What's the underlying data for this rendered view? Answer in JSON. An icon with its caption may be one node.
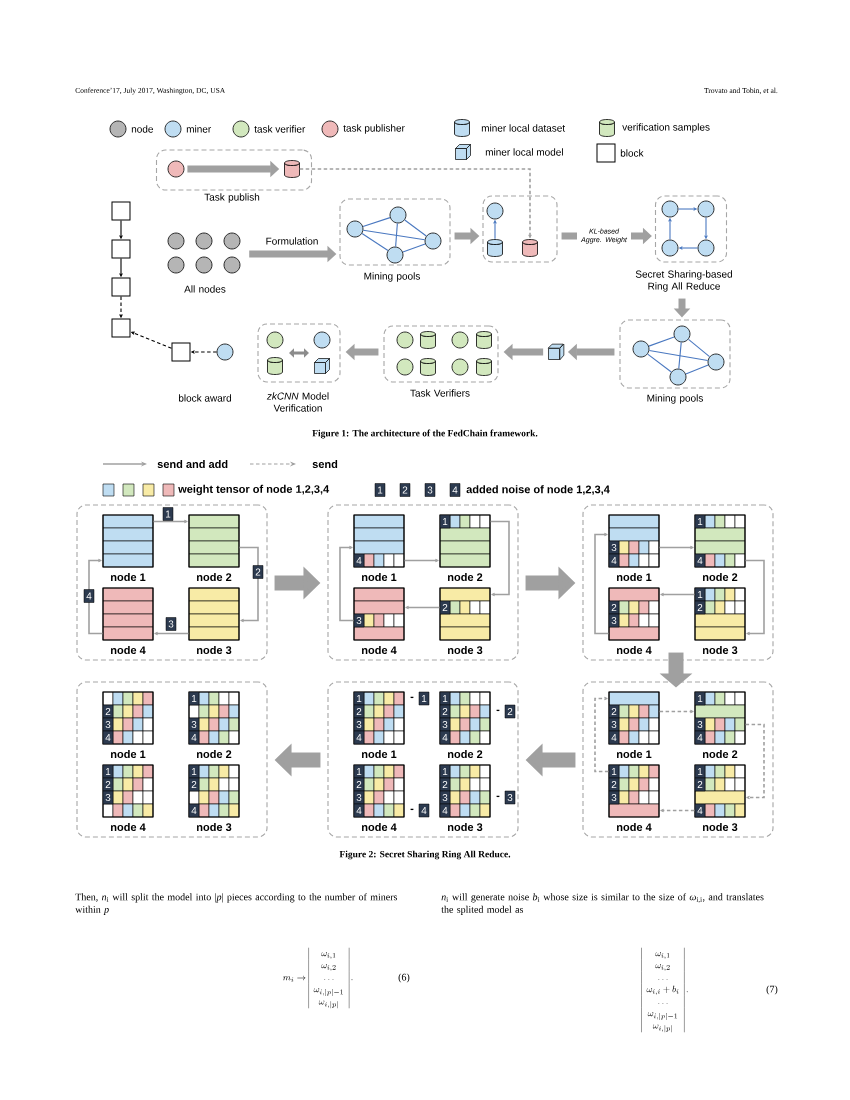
{
  "diagram": {
    "nodes": [
      {
        "text": [
          "Task publish"
        ]
      },
      {
        "text": [],
        "shape": "circle",
        "in": 0
      },
      {
        "text": [],
        "shape": "cylinder",
        "in": 0
      },
      {
        "text": [
          "All nodes"
        ]
      },
      {
        "text": [
          "Mining pools"
        ]
      },
      {
        "text": [],
        "shape": "circle",
        "in": 4
      },
      {
        "text": [],
        "shape": "circle",
        "in": 4
      },
      {
        "text": [],
        "shape": "circle",
        "in": 4
      },
      {
        "text": [],
        "shape": "circle",
        "in": 4
      },
      {
        "text": [],
        "shape": "box"
      },
      {
        "text": [],
        "shape": "circle",
        "in": 9
      },
      {
        "text": [],
        "shape": "cylinder",
        "in": 9
      },
      {
        "text": [],
        "shape": "cylinder",
        "in": 9
      },
      {
        "text": [
          "Secret Sharing-based Ring All Reduce"
        ]
      },
      {
        "text": [],
        "shape": "circle",
        "in": 13
      },
      {
        "text": [],
        "shape": "circle",
        "in": 13
      },
      {
        "text": [],
        "shape": "circle",
        "in": 13
      },
      {
        "text": [],
        "shape": "circle",
        "in": 13
      },
      {
        "text": [
          "Mining pools"
        ]
      },
      {
        "text": [],
        "shape": "circle",
        "in": 18
      },
      {
        "text": [],
        "shape": "circle",
        "in": 18
      },
      {
        "text": [],
        "shape": "circle",
        "in": 18
      },
      {
        "text": [],
        "shape": "circle",
        "in": 18
      },
      {
        "text": [],
        "shape": "cube"
      },
      {
        "text": [
          "Task Verifiers"
        ]
      },
      {
        "text": [
          "*zkCNN* Model Verification"
        ]
      },
      {
        "text": [],
        "shape": "circle"
      },
      {
        "text": [],
        "shape": "box"
      },
      {
        "text": [],
        "shape": "box"
      },
      {
        "text": [],
        "shape": "box"
      },
      {
        "text": [],
        "shape": "box"
      },
      {
        "text": [],
        "shape": "box"
      },
      {
        "text": [],
        "shape": "box"
      },
      {
        "text": [
          "node 1"
        ],
        "in": 32
      },
      {
        "text": [
          "node 2"
        ],
        "in": 32
      },
      {
        "text": [
          "node 4"
        ],
        "in": 32
      },
      {
        "text": [
          "node 3"
        ],
        "in": 32
      },
      {
        "text": [],
        "shape": "box"
      },
      {
        "text": [
          "4",
          "node 1"
        ],
        "in": 37
      },
      {
        "text": [
          "1",
          "node 2"
        ],
        "in": 37
      },
      {
        "text": [
          "3",
          "node 4"
        ],
        "in": 37
      },
      {
        "text": [
          "2",
          "node 3"
        ],
        "in": 37
      },
      {
        "text": [],
        "shape": "box"
      },
      {
        "text": [
          "3",
          "4",
          "node 1"
        ],
        "in": 42
      },
      {
        "text": [
          "1",
          "4",
          "node 2"
        ],
        "in": 42
      },
      {
        "text": [
          "2",
          "3",
          "node 4"
        ],
        "in": 42
      },
      {
        "text": [
          "1",
          "2",
          "node 3"
        ],
        "in": 42
      },
      {
        "text": [],
        "shape": "box"
      },
      {
        "text": [
          "2",
          "3",
          "4",
          "node 1"
        ],
        "in": 47
      },
      {
        "text": [
          "1",
          "3",
          "4",
          "node 2"
        ],
        "in": 47
      },
      {
        "text": [
          "1",
          "2",
          "3",
          "node 4"
        ],
        "in": 47
      },
      {
        "text": [
          "1",
          "2",
          "4",
          "node 3"
        ],
        "in": 47
      },
      {
        "text": [],
        "shape": "box"
      },
      {
        "text": [
          "1",
          "2",
          "3",
          "4",
          "node 1"
        ],
        "in": 52,
        "beside": [
          "-",
          "1"
        ]
      },
      {
        "text": [
          "1",
          "2",
          "3",
          "4",
          "node 2"
        ],
        "in": 52,
        "beside": [
          "-",
          "2"
        ]
      },
      {
        "text": [
          "1",
          "2",
          "3",
          "4",
          "node 4"
        ],
        "in": 52,
        "beside": [
          "-",
          "4"
        ]
      },
      {
        "text": [
          "1",
          "2",
          "3",
          "4",
          "node 3"
        ],
        "in": 52,
        "beside": [
          "-",
          "3"
        ]
      },
      {
        "text": [],
        "shape": "box"
      },
      {
        "text": [
          "2",
          "3",
          "4",
          "node 1"
        ],
        "in": 57
      },
      {
        "text": [
          "1",
          "3",
          "4",
          "node 2"
        ],
        "in": 57
      },
      {
        "text": [
          "1",
          "2",
          "3",
          "node 4"
        ],
        "in": 57
      },
      {
        "text": [
          "1",
          "2",
          "4",
          "node 3"
        ],
        "in": 57
      }
    ],
    "edges": [
      {
        "from": 1,
        "to": 2,
        "arrow": "to",
        "style": "thick"
      },
      {
        "from": 2,
        "to": 12,
        "arrow": "to",
        "style": "dashed"
      },
      {
        "from": 3,
        "to": 4,
        "arrow": "to",
        "style": "thick",
        "label": "Formulation"
      },
      {
        "from": 4,
        "to": 9,
        "arrow": "to",
        "style": "thick"
      },
      {
        "from": 9,
        "to": 13,
        "arrow": "to",
        "style": "thick",
        "label": "KL-based Aggre. Weight"
      },
      {
        "from": 13,
        "to": 18,
        "arrow": "to",
        "style": "thick"
      },
      {
        "from": 18,
        "to": 23,
        "arrow": "to",
        "style": "thick"
      },
      {
        "from": 23,
        "to": 24,
        "arrow": "to",
        "style": "thick"
      },
      {
        "from": 24,
        "to": 25,
        "arrow": "to",
        "style": "thick"
      },
      {
        "from": 5,
        "to": 6,
        "arrow": "none",
        "color": "#4a78c0"
      },
      {
        "from": 5,
        "to": 7,
        "arrow": "none",
        "color": "#4a78c0"
      },
      {
        "from": 5,
        "to": 8,
        "arrow": "none",
        "color": "#4a78c0"
      },
      {
        "from": 6,
        "to": 8,
        "arrow": "none",
        "color": "#4a78c0"
      },
      {
        "from": 6,
        "to": 7,
        "arrow": "none",
        "color": "#4a78c0"
      },
      {
        "from": 8,
        "to": 7,
        "arrow": "none",
        "color": "#4a78c0"
      },
      {
        "from": 11,
        "to": 10,
        "arrow": "to",
        "color": "#4a78c0"
      },
      {
        "from": 14,
        "to": 15,
        "arrow": "to",
        "color": "#4a78c0"
      },
      {
        "from": 15,
        "to": 16,
        "arrow": "to",
        "color": "#4a78c0"
      },
      {
        "from": 16,
        "to": 17,
        "arrow": "to",
        "color": "#4a78c0"
      },
      {
        "from": 17,
        "to": 14,
        "arrow": "to",
        "color": "#4a78c0"
      },
      {
        "from": 19,
        "to": 20,
        "arrow": "none",
        "color": "#4a78c0"
      },
      {
        "from": 19,
        "to": 21,
        "arrow": "none",
        "color": "#4a78c0"
      },
      {
        "from": 19,
        "to": 22,
        "arrow": "none",
        "color": "#4a78c0"
      },
      {
        "from": 20,
        "to": 22,
        "arrow": "none",
        "color": "#4a78c0"
      },
      {
        "from": 20,
        "to": 21,
        "arrow": "none",
        "color": "#4a78c0"
      },
      {
        "from": 22,
        "to": 21,
        "arrow": "none",
        "color": "#4a78c0"
      },
      {
        "from": 26,
        "to": 27,
        "arrow": "to",
        "style": "dashed",
        "color": "#000000"
      },
      {
        "from": 27,
        "to": 31,
        "arrow": "to",
        "style": "dashed",
        "color": "#000000"
      },
      {
        "from": 28,
        "to": 29,
        "arrow": "to",
        "color": "#000000"
      },
      {
        "from": 29,
        "to": 30,
        "arrow": "to",
        "color": "#000000"
      },
      {
        "from": 30,
        "to": 31,
        "arrow": "to",
        "style": "dashed",
        "color": "#000000"
      },
      {
        "from": 32,
        "to": 37,
        "arrow": "to",
        "style": "thick"
      },
      {
        "from": 37,
        "to": 42,
        "arrow": "to",
        "style": "thick"
      },
      {
        "from": 42,
        "to": 57,
        "arrow": "to",
        "style": "thick"
      },
      {
        "from": 57,
        "to": 52,
        "arrow": "to",
        "style": "thick"
      },
      {
        "from": 52,
        "to": 47,
        "arrow": "to",
        "style": "thick"
      },
      {
        "from": 33,
        "to": 34,
        "arrow": "to",
        "label": "1"
      },
      {
        "from": 34,
        "to": 36,
        "arrow": "to",
        "label": "2"
      },
      {
        "from": 36,
        "to": 35,
        "arrow": "to",
        "label": "3"
      },
      {
        "from": 35,
        "to": 33,
        "arrow": "to",
        "label": "4"
      },
      {
        "from": 38,
        "to": 39,
        "arrow": "to"
      },
      {
        "from": 39,
        "to": 41,
        "arrow": "to"
      },
      {
        "from": 41,
        "to": 40,
        "arrow": "to"
      },
      {
        "from": 40,
        "to": 38,
        "arrow": "to"
      },
      {
        "from": 43,
        "to": 44,
        "arrow": "to"
      },
      {
        "from": 44,
        "to": 46,
        "arrow": "to"
      },
      {
        "from": 46,
        "to": 45,
        "arrow": "to"
      },
      {
        "from": 45,
        "to": 43,
        "arrow": "to"
      },
      {
        "from": 58,
        "to": 59,
        "arrow": "to",
        "style": "dashed"
      },
      {
        "from": 59,
        "to": 61,
        "arrow": "to",
        "style": "dashed"
      },
      {
        "from": 61,
        "to": 60,
        "arrow": "to",
        "style": "dashed"
      },
      {
        "from": 60,
        "to": 58,
        "arrow": "to",
        "style": "dashed"
      }
    ],
    "labels": [
      "Conference’17, July 2017, Washington, DC, USA",
      "Trovato and Tobin, et al.",
      "block award",
      "Figure 1: The architecture of the FedChain framework.",
      "1",
      "2",
      "3",
      "4",
      "Figure 2: Secret Sharing Ring All Reduce.",
      "Then, *n*$_{i}$ will split the model into |*p*| pieces according to the number of miners within *p*",
      "m_i \\rightarrow \\begin{array}{|c|}\\omega_{i,1}\\\\ \\omega_{i,2}\\\\ \\ldots\\\\ \\omega_{i,|p|-1}\\\\ \\omega_{i,|p|}\\end{array}\\,.",
      "(6)",
      "*n*$_{i}$ will generate noise *b*$_{i}$ whose size is similar to the size of *ω*$_{i,i}$, and translates the splited model as",
      "\\begin{array}{|c|}\\omega_{i,1}\\\\ \\omega_{i,2}\\\\ \\ldots\\\\ \\omega_{i,i}+b_i\\\\ \\ldots\\\\ \\omega_{i,|p|-1}\\\\ \\omega_{i,|p|}\\end{array}\\,.",
      "(7)"
    ],
    "legend": [
      {
        "text": "node"
      },
      {
        "text": "miner"
      },
      {
        "text": "task verifier"
      },
      {
        "text": "task publisher"
      },
      {
        "text": "miner local dataset"
      },
      {
        "text": "verification samples"
      },
      {
        "text": "miner local model"
      },
      {
        "text": "block"
      },
      {
        "text": "send and add"
      },
      {
        "text": "send"
      },
      {
        "text": "weight tensor of node 1,2,3,4"
      },
      {
        "text": "added noise of node 1,2,3,4"
      }
    ]
  }
}
